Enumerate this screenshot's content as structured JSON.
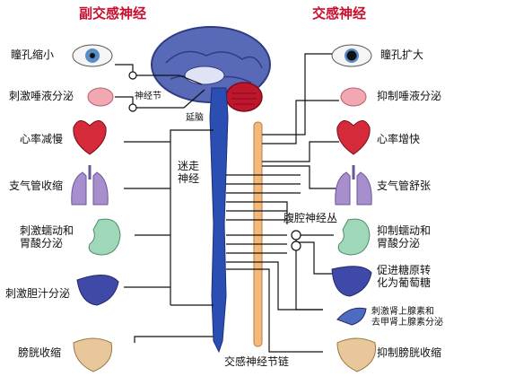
{
  "headers": {
    "left": "副交感神经",
    "right": "交感神经"
  },
  "left_labels": {
    "pupil": "瞳孔缩小",
    "saliva": "刺激唾液分泌",
    "heart": "心率减慢",
    "bronchi": "支气管收缩",
    "stomach": "刺激蠕动和\n胃酸分泌",
    "bile": "刺激胆汁分泌",
    "bladder": "膀胱收缩"
  },
  "right_labels": {
    "pupil": "瞳孔扩大",
    "saliva": "抑制唾液分泌",
    "heart": "心率增快",
    "bronchi": "支气管舒张",
    "stomach": "抑制蠕动和\n胃酸分泌",
    "liver": "促进糖原转\n化为葡萄糖",
    "adrenal": "刺激肾上腺素和\n去甲肾上腺素分泌",
    "bladder": "抑制膀胱收缩"
  },
  "center_labels": {
    "ganglion": "神经节",
    "medulla": "延脑",
    "vagus": "迷走\n神经",
    "celiac": "腹腔神经丛",
    "chain": "交感神经节链"
  },
  "colors": {
    "header": "#c8102e",
    "spine": "#2b4eb3",
    "chain": "#f2b97a",
    "heart": "#d42a3a",
    "lung": "#a78fcd",
    "stomach": "#9ed8b8",
    "liver": "#3f4aa8",
    "bladder": "#e8c79a"
  }
}
